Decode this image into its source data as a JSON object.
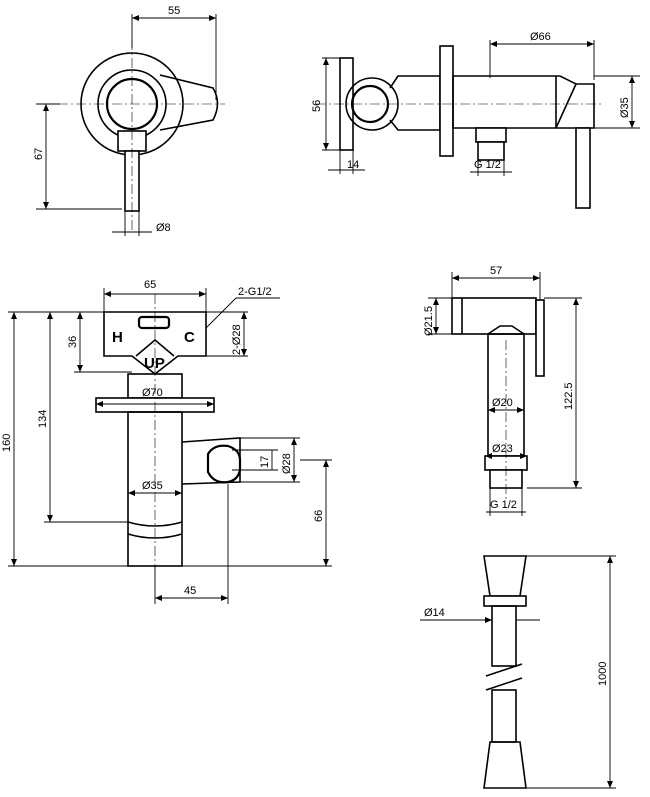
{
  "views": {
    "top_left": {
      "dim_width": "55",
      "dim_height": "67",
      "dim_pin": "Ø8"
    },
    "top_right": {
      "dim_length": "Ø66",
      "dim_plate": "56",
      "dim_body": "Ø35",
      "dim_offset": "14",
      "dim_thread": "G 1/2"
    },
    "middle_left": {
      "dim_width": "65",
      "dim_inlets": "2-G1/2",
      "dim_inlet_dia": "2-Ø28",
      "dim_top": "36",
      "dim_total": "160",
      "dim_mid": "134",
      "dim_plate": "Ø70",
      "dim_holder_inner": "17",
      "dim_holder_outer": "Ø28",
      "dim_body": "Ø35",
      "dim_bottom": "66",
      "dim_offset": "45",
      "label_hot": "H",
      "label_cold": "C",
      "label_up": "UP"
    },
    "middle_right": {
      "dim_length": "57",
      "dim_head": "Ø21.5",
      "dim_height": "122.5",
      "dim_handle": "Ø20",
      "dim_nut": "Ø23",
      "dim_thread": "G 1/2"
    },
    "bottom_right": {
      "dim_hose": "Ø14",
      "dim_length": "1000"
    }
  }
}
